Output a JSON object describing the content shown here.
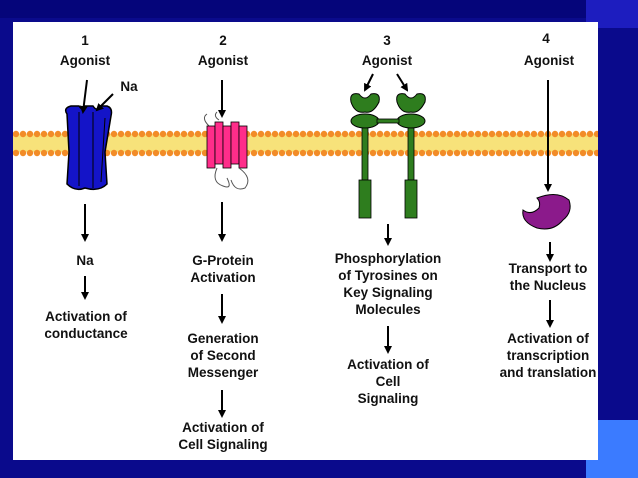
{
  "columns": [
    {
      "number": "1",
      "agonist": "Agonist",
      "ion": "Na",
      "steps": [
        "Na",
        "Activation of\nconductance"
      ]
    },
    {
      "number": "2",
      "agonist": "Agonist",
      "steps": [
        "G-Protein\nActivation",
        "Generation\nof Second\nMessenger",
        "Activation of\nCell Signaling"
      ]
    },
    {
      "number": "3",
      "agonist": "Agonist",
      "steps": [
        "Phosphorylation\nof Tyrosines on\nKey Signaling\nMolecules",
        "Activation of\nCell\nSignaling"
      ]
    },
    {
      "number": "4",
      "agonist": "Agonist",
      "steps": [
        "Transport to\nthe Nucleus",
        "Activation of\ntranscription\nand translation"
      ]
    }
  ],
  "colors": {
    "background": "#0a0a8c",
    "panel": "#ffffff",
    "ion_channel": "#1414c8",
    "gpcr": "#ff2d8a",
    "tyrosine_kinase": "#2e7d1e",
    "nuclear_receptor": "#8b1a8b",
    "membrane_head": "#f28c28",
    "membrane_tail": "#f7e27a"
  }
}
